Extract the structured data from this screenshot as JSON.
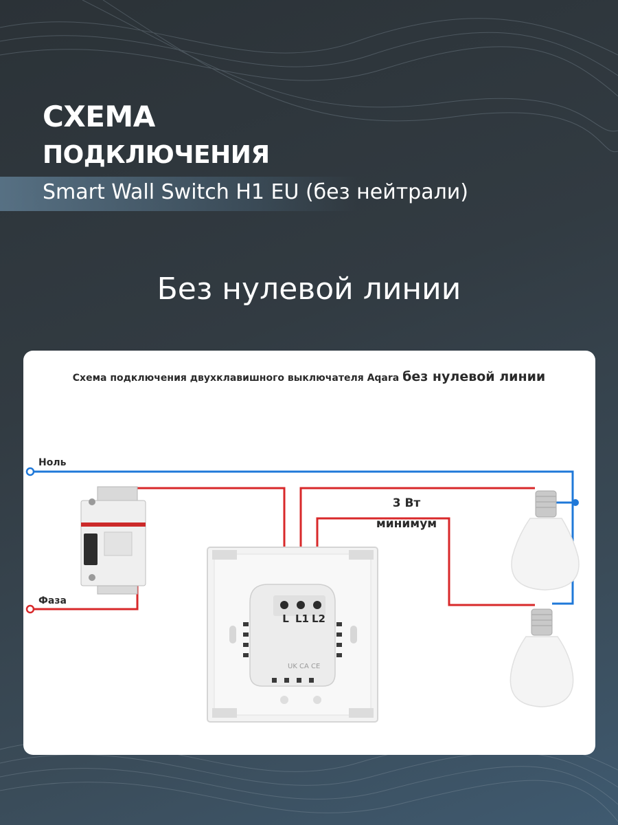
{
  "header": {
    "title_line1": "СХЕМА",
    "title_line2": "ПОДКЛЮЧЕНИЯ",
    "subtitle": "Smart Wall Switch H1 EU (без нейтрали)"
  },
  "heading": "Без нулевой линии",
  "diagram": {
    "caption_regular": "Схема подключения двухклавишного выключателя Aqara ",
    "caption_bold": "без нулевой линии",
    "label_neutral": "Ноль",
    "label_phase": "Фаза",
    "load_line1": "3 Вт",
    "load_line2": "минимум",
    "terminal_l": "L",
    "terminal_l1": "L1",
    "terminal_l2": "L2",
    "colors": {
      "phase_wire": "#d8282a",
      "neutral_wire": "#1f78d8"
    }
  }
}
